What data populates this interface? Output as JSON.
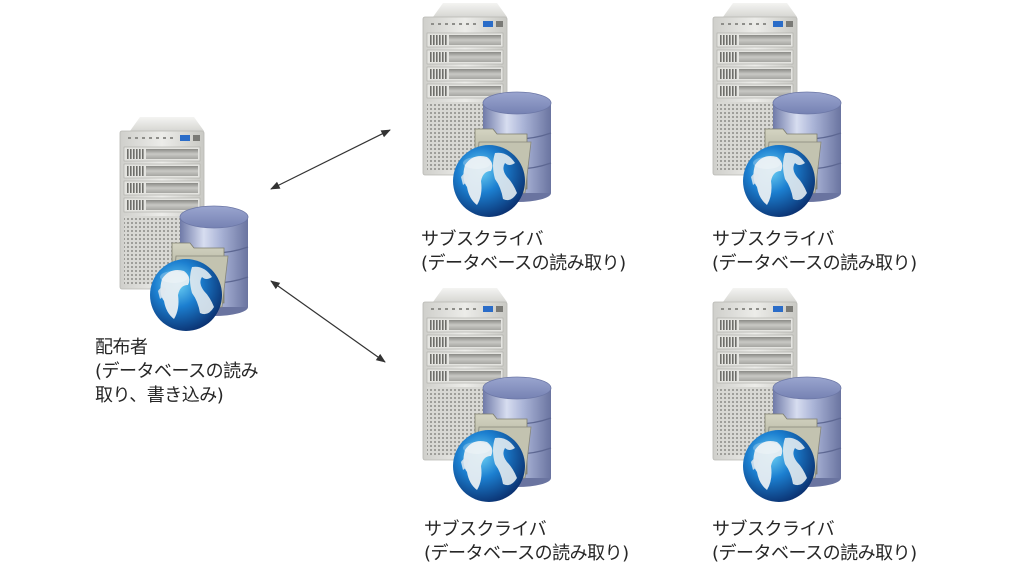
{
  "diagram": {
    "type": "replication-topology",
    "publisher": {
      "role": "publisher",
      "label_lines": [
        "配布者",
        "(データベースの読み",
        "取り、書き込み)"
      ],
      "icon": "database-server-icon"
    },
    "subscribers": [
      {
        "role": "subscriber",
        "label_lines": [
          "サブスクライバ",
          "(データベースの読み取り)"
        ],
        "icon": "database-server-icon"
      },
      {
        "role": "subscriber",
        "label_lines": [
          "サブスクライバ",
          "(データベースの読み取り)"
        ],
        "icon": "database-server-icon"
      },
      {
        "role": "subscriber",
        "label_lines": [
          "サブスクライバ",
          "(データベースの読み取り)"
        ],
        "icon": "database-server-icon"
      },
      {
        "role": "subscriber",
        "label_lines": [
          "サブスクライバ",
          "(データベースの読み取り)"
        ],
        "icon": "database-server-icon"
      }
    ],
    "connections": [
      {
        "from": "publisher",
        "to": "subscriber-1",
        "style": "bidirectional-arrow"
      },
      {
        "from": "publisher",
        "to": "subscriber-3",
        "style": "bidirectional-arrow"
      }
    ],
    "colors": {
      "arrow": "#333333",
      "text": "#262626",
      "globe": "#1c6fc4",
      "database": "#8e9bc4",
      "folder": "#b9b9a2",
      "server": "#d9d9d5"
    }
  }
}
